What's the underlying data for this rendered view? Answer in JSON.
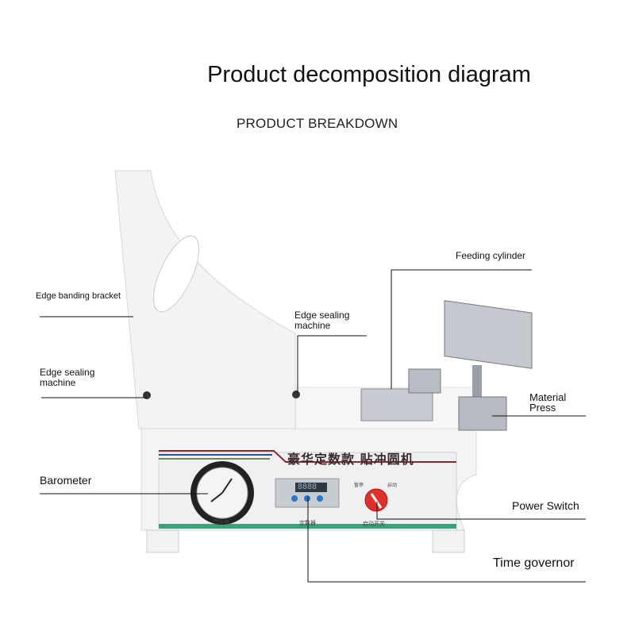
{
  "header": {
    "title": "Product decomposition diagram",
    "subtitle": "PRODUCT BREAKDOWN"
  },
  "callouts": {
    "edge_banding_bracket": "Edge banding bracket",
    "edge_sealing_machine_top": [
      "Edge sealing",
      "machine"
    ],
    "edge_sealing_machine_left": [
      "Edge sealing",
      "machine"
    ],
    "feeding_cylinder": "Feeding cylinder",
    "material_press": [
      "Material",
      "Press"
    ],
    "barometer": "Barometer",
    "power_switch": "Power Switch",
    "time_governor": "Time governor"
  },
  "machine": {
    "nameplate": "豪华定数款  贴冲圆机",
    "gauge_label": "气压表",
    "counter_label": "定数器",
    "switch_label": "启动开关",
    "switch_pause": "暂停",
    "switch_start": "启动",
    "counter_display": "8888"
  },
  "colors": {
    "stripe_red": "#8a2a2a",
    "stripe_blue": "#2a4f9a",
    "stripe_green": "#3a8a6a",
    "knob_red": "#e0302a"
  }
}
